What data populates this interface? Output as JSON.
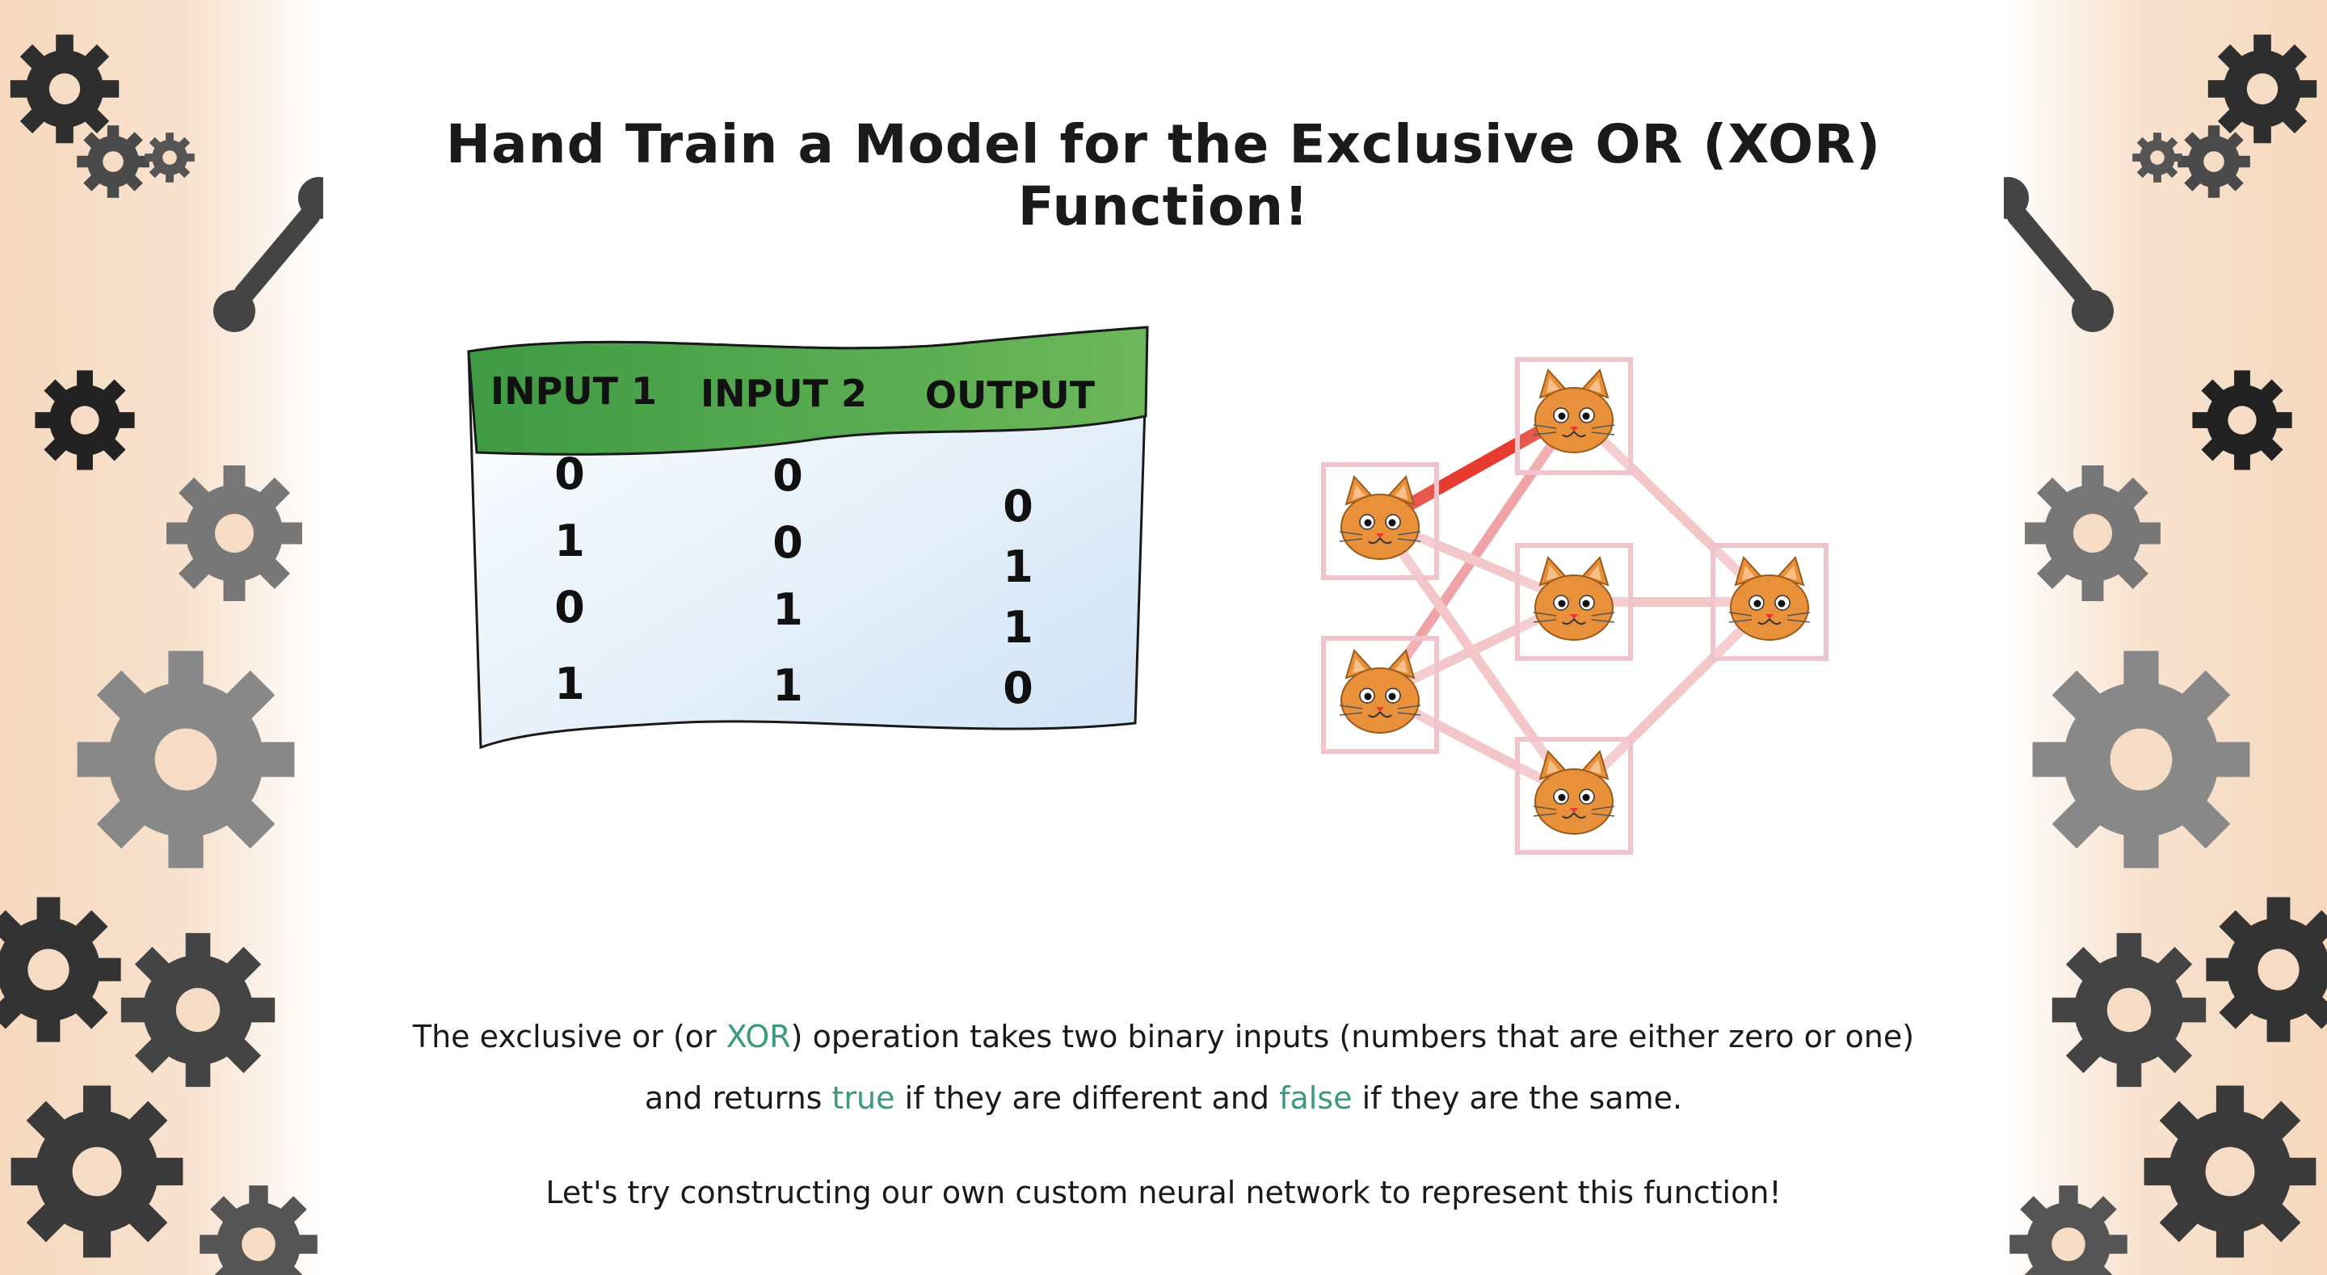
{
  "page": {
    "title": "Hand Train a Model for the Exclusive OR (XOR) Function!"
  },
  "truth_table": {
    "headers": [
      "INPUT 1",
      "INPUT 2",
      "OUTPUT"
    ],
    "rows": [
      [
        "0",
        "0",
        "0"
      ],
      [
        "1",
        "0",
        "1"
      ],
      [
        "0",
        "1",
        "1"
      ],
      [
        "1",
        "1",
        "0"
      ]
    ]
  },
  "description": {
    "line1_a": "The exclusive or (or ",
    "line1_xor": "XOR",
    "line1_b": ") operation takes two binary inputs (numbers that are either zero or one)",
    "line2_a": "and returns ",
    "line2_true": "true",
    "line2_b": " if they are different and ",
    "line2_false": "false",
    "line2_c": " if they are the same.",
    "line3": "Let's try constructing our own custom neural network to represent this function!"
  },
  "colors": {
    "accent": "#3a9a7a",
    "table_header": "#5aa552",
    "edge_active": "#e63b2e",
    "edge_light": "#f3c6c8",
    "node_box": "#f0c4cc",
    "cat": "#e8913a"
  },
  "icons": [
    "gear-icon",
    "wrench-icon",
    "cat-icon"
  ]
}
